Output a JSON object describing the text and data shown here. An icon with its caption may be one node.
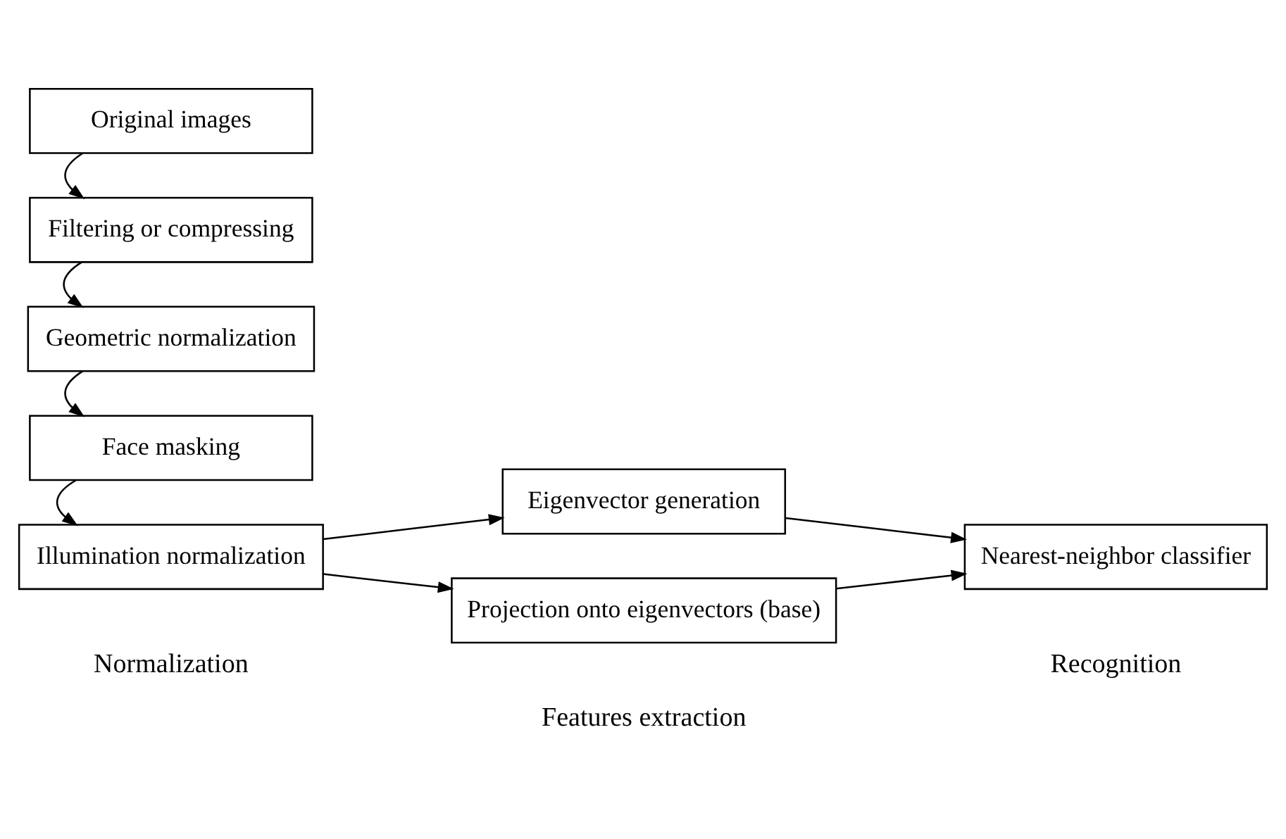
{
  "diagram": {
    "nodes": [
      {
        "text": [
          "Original images"
        ]
      },
      {
        "text": [
          "Filtering or compressing"
        ]
      },
      {
        "text": [
          "Geometric normalization"
        ]
      },
      {
        "text": [
          "Face masking"
        ]
      },
      {
        "text": [
          "Illumination normalization"
        ]
      },
      {
        "text": [
          "Eigenvector generation"
        ]
      },
      {
        "text": [
          "Projection onto eigenvectors (base)"
        ]
      },
      {
        "text": [
          "Nearest-neighbor classifier"
        ]
      }
    ],
    "edges": [
      {
        "from": 0,
        "to": 1,
        "arrow": "to"
      },
      {
        "from": 1,
        "to": 2,
        "arrow": "to"
      },
      {
        "from": 2,
        "to": 3,
        "arrow": "to"
      },
      {
        "from": 3,
        "to": 4,
        "arrow": "to"
      },
      {
        "from": 4,
        "to": 5,
        "arrow": "to"
      },
      {
        "from": 4,
        "to": 6,
        "arrow": "to"
      },
      {
        "from": 5,
        "to": 7,
        "arrow": "to"
      },
      {
        "from": 6,
        "to": 7,
        "arrow": "to"
      }
    ],
    "labels": [
      "Normalization",
      "Features extraction",
      "Recognition"
    ]
  }
}
